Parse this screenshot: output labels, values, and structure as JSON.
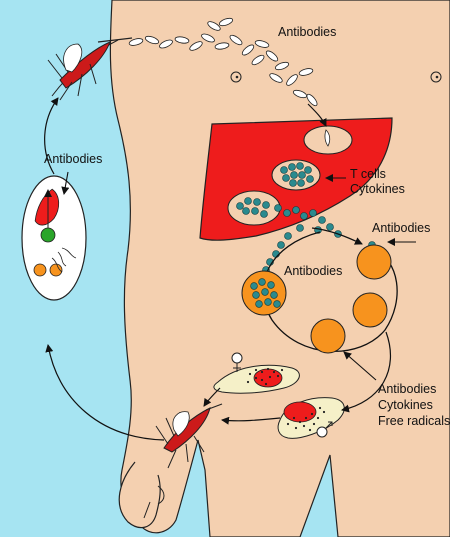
{
  "labels": {
    "antibodies_top": "Antibodies",
    "antibodies_left": "Antibodies",
    "t_cells": "T cells",
    "cytokines_liver": "Cytokines",
    "antibodies_right": "Antibodies",
    "antibodies_center": "Antibodies",
    "antibodies_bottom": "Antibodies",
    "cytokines_bottom": "Cytokines",
    "free_radicals": "Free radicals"
  },
  "colors": {
    "background": "#a6e4f2",
    "skin": "#f4d0b0",
    "liver": "#ee1c1c",
    "infected_rbc": "#f7931e",
    "hepatocyte_parasite": "#2b8a8e",
    "gamete_fill": "#f5f0c8",
    "gametocyte_dot": "#2aa52a",
    "mosquito": "#cc1a1a"
  },
  "icons": {
    "female_symbol": "female-symbol-icon",
    "male_symbol": "male-symbol-icon"
  }
}
